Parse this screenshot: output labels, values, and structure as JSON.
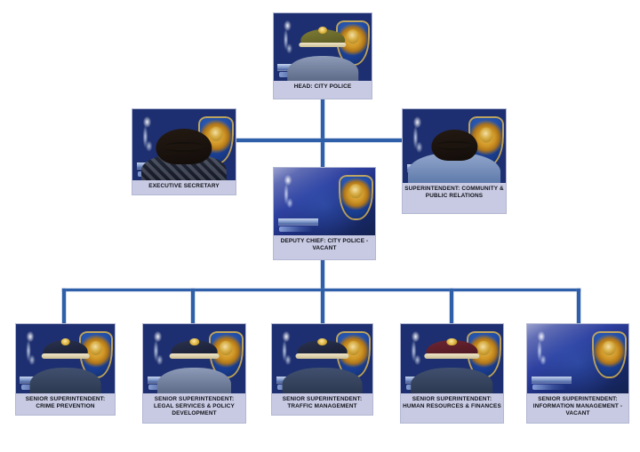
{
  "diagram": {
    "title": "City Police Organizational Chart",
    "type": "org-chart",
    "colors": {
      "connector": "#2f5fa8",
      "label_band": "#c7cae2",
      "box_border": "#b3b7d2",
      "background": "#ffffff",
      "photo_backdrop": "#1d2f70"
    },
    "nodes": [
      {
        "id": "head",
        "label": "HEAD: CITY POLICE",
        "level": 0,
        "vacant": false,
        "portrait": "uniformed-officer-peaked-cap-gold-braid"
      },
      {
        "id": "executive-secretary",
        "label": "EXECUTIVE SECRETARY",
        "level": 1,
        "vacant": false,
        "portrait": "woman-glasses-patterned-top"
      },
      {
        "id": "superintendent-community",
        "label": "SUPERINTENDENT: COMMUNITY & PUBLIC RELATIONS",
        "level": 1,
        "vacant": false,
        "portrait": "woman-officer-glasses-light-blue-uniform"
      },
      {
        "id": "deputy-chief",
        "label": "DEPUTY CHIEF: CITY POLICE - VACANT",
        "level": 1,
        "vacant": true,
        "portrait": "none-empty-blue-backdrop"
      },
      {
        "id": "crime-prevention",
        "label": "SENIOR SUPERINTENDENT: CRIME PREVENTION",
        "level": 2,
        "vacant": false,
        "portrait": "officer-dark-peaked-cap"
      },
      {
        "id": "legal-services",
        "label": "SENIOR SUPERINTENDENT: LEGAL SERVICES & POLICY DEVELOPMENT",
        "level": 2,
        "vacant": false,
        "portrait": "officer-peaked-cap-light-uniform"
      },
      {
        "id": "traffic-management",
        "label": "SENIOR SUPERINTENDENT: TRAFFIC MANAGEMENT",
        "level": 2,
        "vacant": false,
        "portrait": "officer-dark-cap-moustache"
      },
      {
        "id": "human-resources",
        "label": "SENIOR SUPERINTENDENT: HUMAN RESOURCES & FINANCES",
        "level": 2,
        "vacant": false,
        "portrait": "officer-maroon-cap"
      },
      {
        "id": "information-management",
        "label": "SENIOR SUPERINTENDENT: INFORMATION MANAGEMENT - VACANT",
        "level": 2,
        "vacant": true,
        "portrait": "none-empty-blue-backdrop"
      }
    ],
    "edges": [
      {
        "from": "head",
        "to": "deputy-chief"
      },
      {
        "from": "head",
        "to": "executive-secretary"
      },
      {
        "from": "head",
        "to": "superintendent-community"
      },
      {
        "from": "deputy-chief",
        "to": "crime-prevention"
      },
      {
        "from": "deputy-chief",
        "to": "legal-services"
      },
      {
        "from": "deputy-chief",
        "to": "traffic-management"
      },
      {
        "from": "deputy-chief",
        "to": "human-resources"
      },
      {
        "from": "deputy-chief",
        "to": "information-management"
      }
    ]
  }
}
